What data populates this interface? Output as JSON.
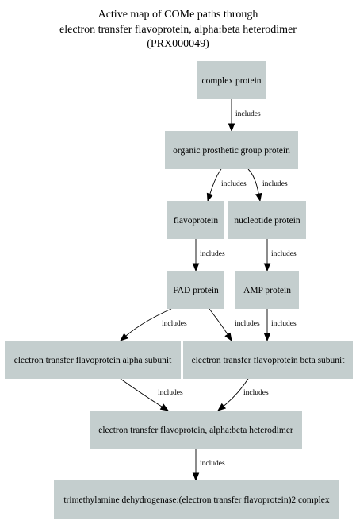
{
  "title": {
    "lines": [
      "Active map of COMe paths through",
      "electron transfer flavoprotein, alpha:beta heterodimer",
      "(PRX000049)"
    ]
  },
  "nodes": [
    {
      "id": "complex-protein",
      "label": "complex protein"
    },
    {
      "id": "organic-prosthetic-group-protein",
      "label": "organic prosthetic group protein"
    },
    {
      "id": "flavoprotein",
      "label": "flavoprotein"
    },
    {
      "id": "nucleotide-protein",
      "label": "nucleotide protein"
    },
    {
      "id": "fad-protein",
      "label": "FAD protein"
    },
    {
      "id": "amp-protein",
      "label": "AMP protein"
    },
    {
      "id": "etf-alpha-subunit",
      "label": "electron transfer flavoprotein alpha subunit"
    },
    {
      "id": "etf-beta-subunit",
      "label": "electron transfer flavoprotein beta subunit"
    },
    {
      "id": "etf-heterodimer",
      "label": "electron transfer flavoprotein, alpha:beta heterodimer"
    },
    {
      "id": "tmadh-etf-complex",
      "label": "trimethylamine dehydrogenase:(electron transfer flavoprotein)2 complex"
    }
  ],
  "edges": [
    {
      "from": "complex-protein",
      "to": "organic-prosthetic-group-protein",
      "label": "includes"
    },
    {
      "from": "organic-prosthetic-group-protein",
      "to": "flavoprotein",
      "label": "includes"
    },
    {
      "from": "organic-prosthetic-group-protein",
      "to": "nucleotide-protein",
      "label": "includes"
    },
    {
      "from": "flavoprotein",
      "to": "fad-protein",
      "label": "includes"
    },
    {
      "from": "nucleotide-protein",
      "to": "amp-protein",
      "label": "includes"
    },
    {
      "from": "fad-protein",
      "to": "etf-alpha-subunit",
      "label": "includes"
    },
    {
      "from": "fad-protein",
      "to": "etf-beta-subunit",
      "label": "includes"
    },
    {
      "from": "amp-protein",
      "to": "etf-beta-subunit",
      "label": "includes"
    },
    {
      "from": "etf-alpha-subunit",
      "to": "etf-heterodimer",
      "label": "includes"
    },
    {
      "from": "etf-beta-subunit",
      "to": "etf-heterodimer",
      "label": "includes"
    },
    {
      "from": "etf-heterodimer",
      "to": "tmadh-etf-complex",
      "label": "includes"
    }
  ],
  "colors": {
    "node_fill": "#c4cece",
    "edge": "#000000",
    "text": "#000000",
    "background": "#ffffff"
  }
}
